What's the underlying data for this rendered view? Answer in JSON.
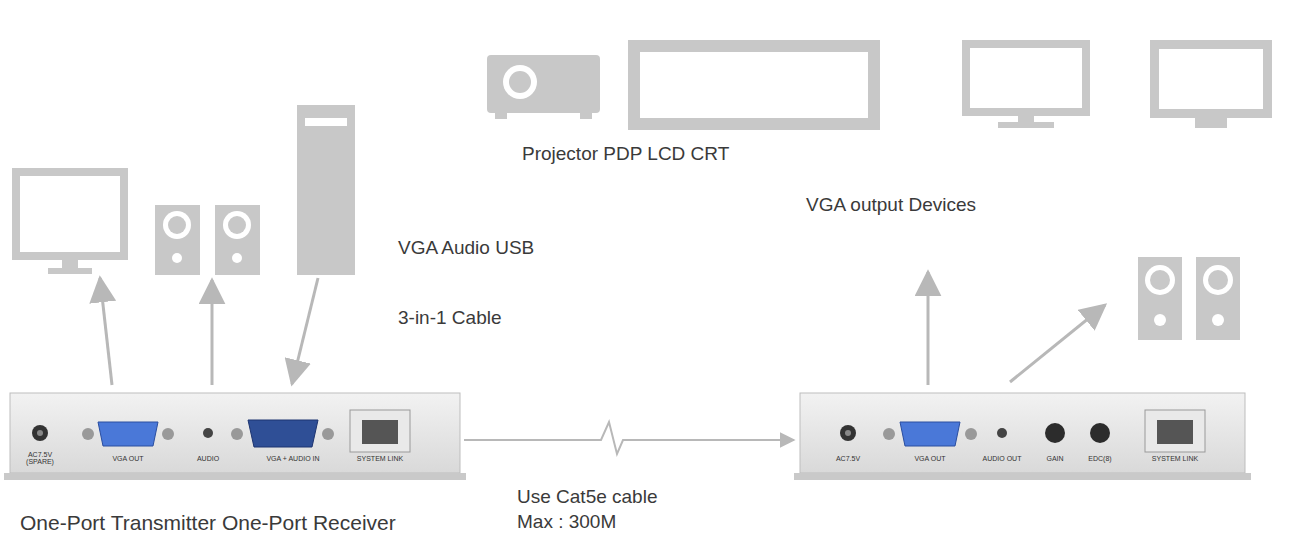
{
  "diagram": {
    "nodes": [
      {
        "text": [
          "AC7.5V (SPARE)",
          "VGA OUT",
          "AUDIO",
          "VGA + AUDIO IN",
          "SYSTEM LINK"
        ]
      },
      {
        "text": [
          "AC7.5V",
          "VGA OUT",
          "AUDIO OUT",
          "GAIN",
          "EDC(8)",
          "SYSTEM LINK"
        ]
      }
    ],
    "edges": [
      {
        "from": 0,
        "to": 1,
        "arrow": "to"
      }
    ],
    "labels": [
      "VGA Audio USB",
      "3-in-1 Cable",
      "Projector PDP LCD CRT",
      "VGA output Devices",
      "Use Cat5e cable",
      "Max : 300M",
      "One-Port Transmitter One-Port Receiver"
    ]
  }
}
